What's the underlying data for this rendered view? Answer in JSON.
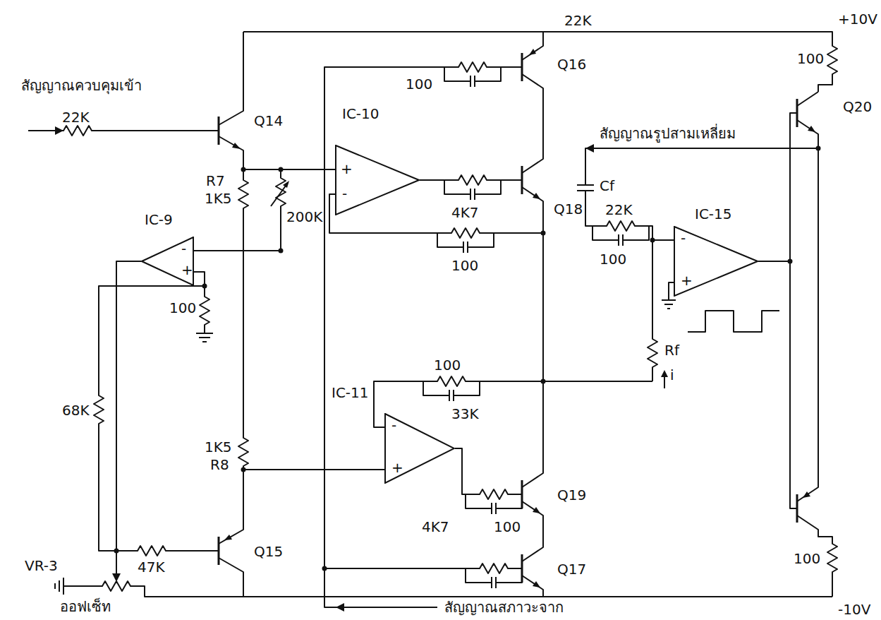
{
  "diagram": {
    "nodes": [
      {
        "text": [
          "IC-10",
          "+",
          "-"
        ]
      },
      {
        "text": [
          "IC-9",
          "-",
          "+"
        ]
      },
      {
        "text": [
          "IC-15",
          "-",
          "+"
        ]
      },
      {
        "text": [
          "IC-11",
          "-",
          "+"
        ]
      }
    ],
    "labels": [
      "22K",
      "+10V",
      "สัญญาณควบคุมเข้า",
      "Q16",
      "100",
      "Q20",
      "22K",
      "Q14",
      "100",
      "สัญญาณรูปสามเหลี่ยม",
      "Q18",
      "R7",
      "1K5",
      "4K7",
      "200K",
      "Cf",
      "22K",
      "100",
      "100",
      "100",
      "100",
      "68K",
      "1K5",
      "R8",
      "33K",
      "i",
      "Rf",
      "Q19",
      "4K7",
      "100",
      "Q15",
      "47K",
      "VR-3",
      "Q17",
      "100",
      "-10V",
      "ออฟเซ็ท",
      "สัญญาณสภาวะจาก"
    ]
  }
}
